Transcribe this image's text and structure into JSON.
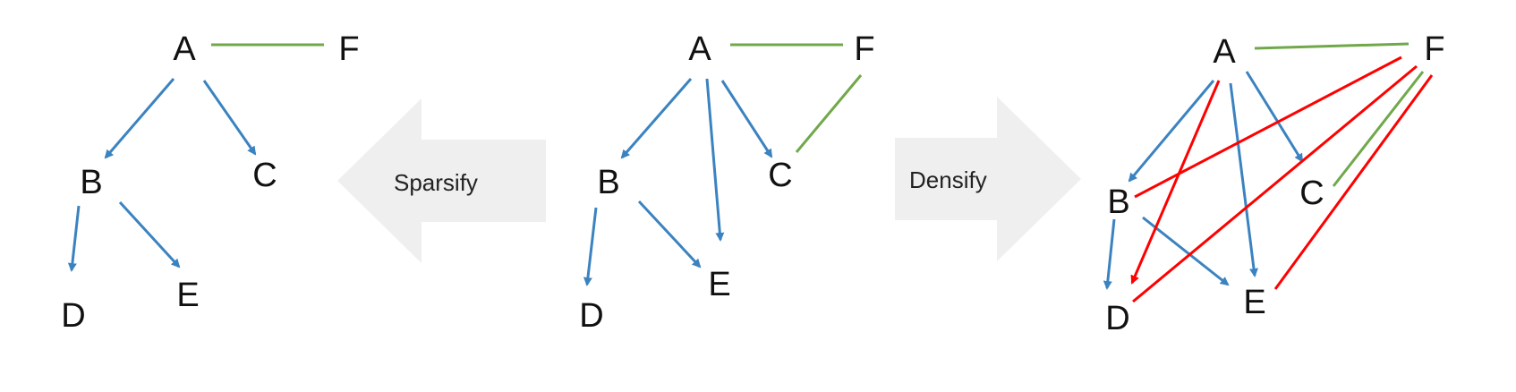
{
  "colors": {
    "directed_edge": "#3b83c0",
    "undirected_edge": "#70a84a",
    "added_edge": "#ff0000",
    "arrow_shape": "#efefef",
    "text": "#111111"
  },
  "arrows": {
    "left": {
      "label": "Sparsify",
      "direction": "left"
    },
    "right": {
      "label": "Densify",
      "direction": "right"
    }
  },
  "graphs": [
    {
      "id": "sparse",
      "nodes": [
        "A",
        "F",
        "B",
        "C",
        "D",
        "E"
      ],
      "edges": [
        {
          "from": "A",
          "to": "B",
          "kind": "directed"
        },
        {
          "from": "A",
          "to": "C",
          "kind": "directed"
        },
        {
          "from": "B",
          "to": "D",
          "kind": "directed"
        },
        {
          "from": "B",
          "to": "E",
          "kind": "directed"
        },
        {
          "from": "A",
          "to": "F",
          "kind": "undirected"
        }
      ]
    },
    {
      "id": "original",
      "nodes": [
        "A",
        "F",
        "B",
        "C",
        "D",
        "E"
      ],
      "edges": [
        {
          "from": "A",
          "to": "B",
          "kind": "directed"
        },
        {
          "from": "A",
          "to": "E",
          "kind": "directed"
        },
        {
          "from": "A",
          "to": "C",
          "kind": "directed"
        },
        {
          "from": "B",
          "to": "D",
          "kind": "directed"
        },
        {
          "from": "B",
          "to": "E",
          "kind": "directed"
        },
        {
          "from": "A",
          "to": "F",
          "kind": "undirected"
        },
        {
          "from": "C",
          "to": "F",
          "kind": "undirected"
        }
      ]
    },
    {
      "id": "dense",
      "nodes": [
        "A",
        "F",
        "B",
        "C",
        "D",
        "E"
      ],
      "edges": [
        {
          "from": "A",
          "to": "B",
          "kind": "directed"
        },
        {
          "from": "A",
          "to": "C",
          "kind": "directed"
        },
        {
          "from": "A",
          "to": "E",
          "kind": "directed"
        },
        {
          "from": "B",
          "to": "D",
          "kind": "directed"
        },
        {
          "from": "B",
          "to": "E",
          "kind": "directed"
        },
        {
          "from": "A",
          "to": "F",
          "kind": "undirected"
        },
        {
          "from": "C",
          "to": "F",
          "kind": "undirected"
        },
        {
          "from": "A",
          "to": "D",
          "kind": "added-directed"
        },
        {
          "from": "B",
          "to": "F",
          "kind": "added"
        },
        {
          "from": "D",
          "to": "F",
          "kind": "added"
        },
        {
          "from": "E",
          "to": "F",
          "kind": "added"
        }
      ]
    }
  ]
}
